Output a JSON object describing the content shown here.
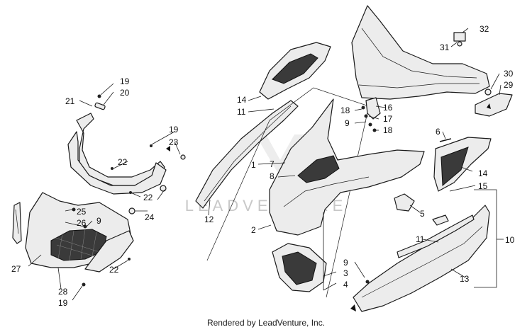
{
  "diagram": {
    "watermark": "LEADVENTURE",
    "callouts": {
      "c1": "1",
      "c2": "2",
      "c3": "3",
      "c4": "4",
      "c5": "5",
      "c6": "6",
      "c7": "7",
      "c8": "8",
      "c9a": "9",
      "c9b": "9",
      "c9c": "9",
      "c10": "10",
      "c11a": "11",
      "c11b": "11",
      "c12": "12",
      "c13": "13",
      "c14a": "14",
      "c14b": "14",
      "c15": "15",
      "c16": "16",
      "c17": "17",
      "c18a": "18",
      "c18b": "18",
      "c19a": "19",
      "c19b": "19",
      "c19c": "19",
      "c20": "20",
      "c21": "21",
      "c22a": "22",
      "c22b": "22",
      "c22c": "22",
      "c23": "23",
      "c24": "24",
      "c25": "25",
      "c26": "26",
      "c27": "27",
      "c28": "28",
      "c29": "29",
      "c30": "30",
      "c31": "31",
      "c32": "32"
    }
  },
  "footer": {
    "text": "Rendered by LeadVenture, Inc."
  }
}
